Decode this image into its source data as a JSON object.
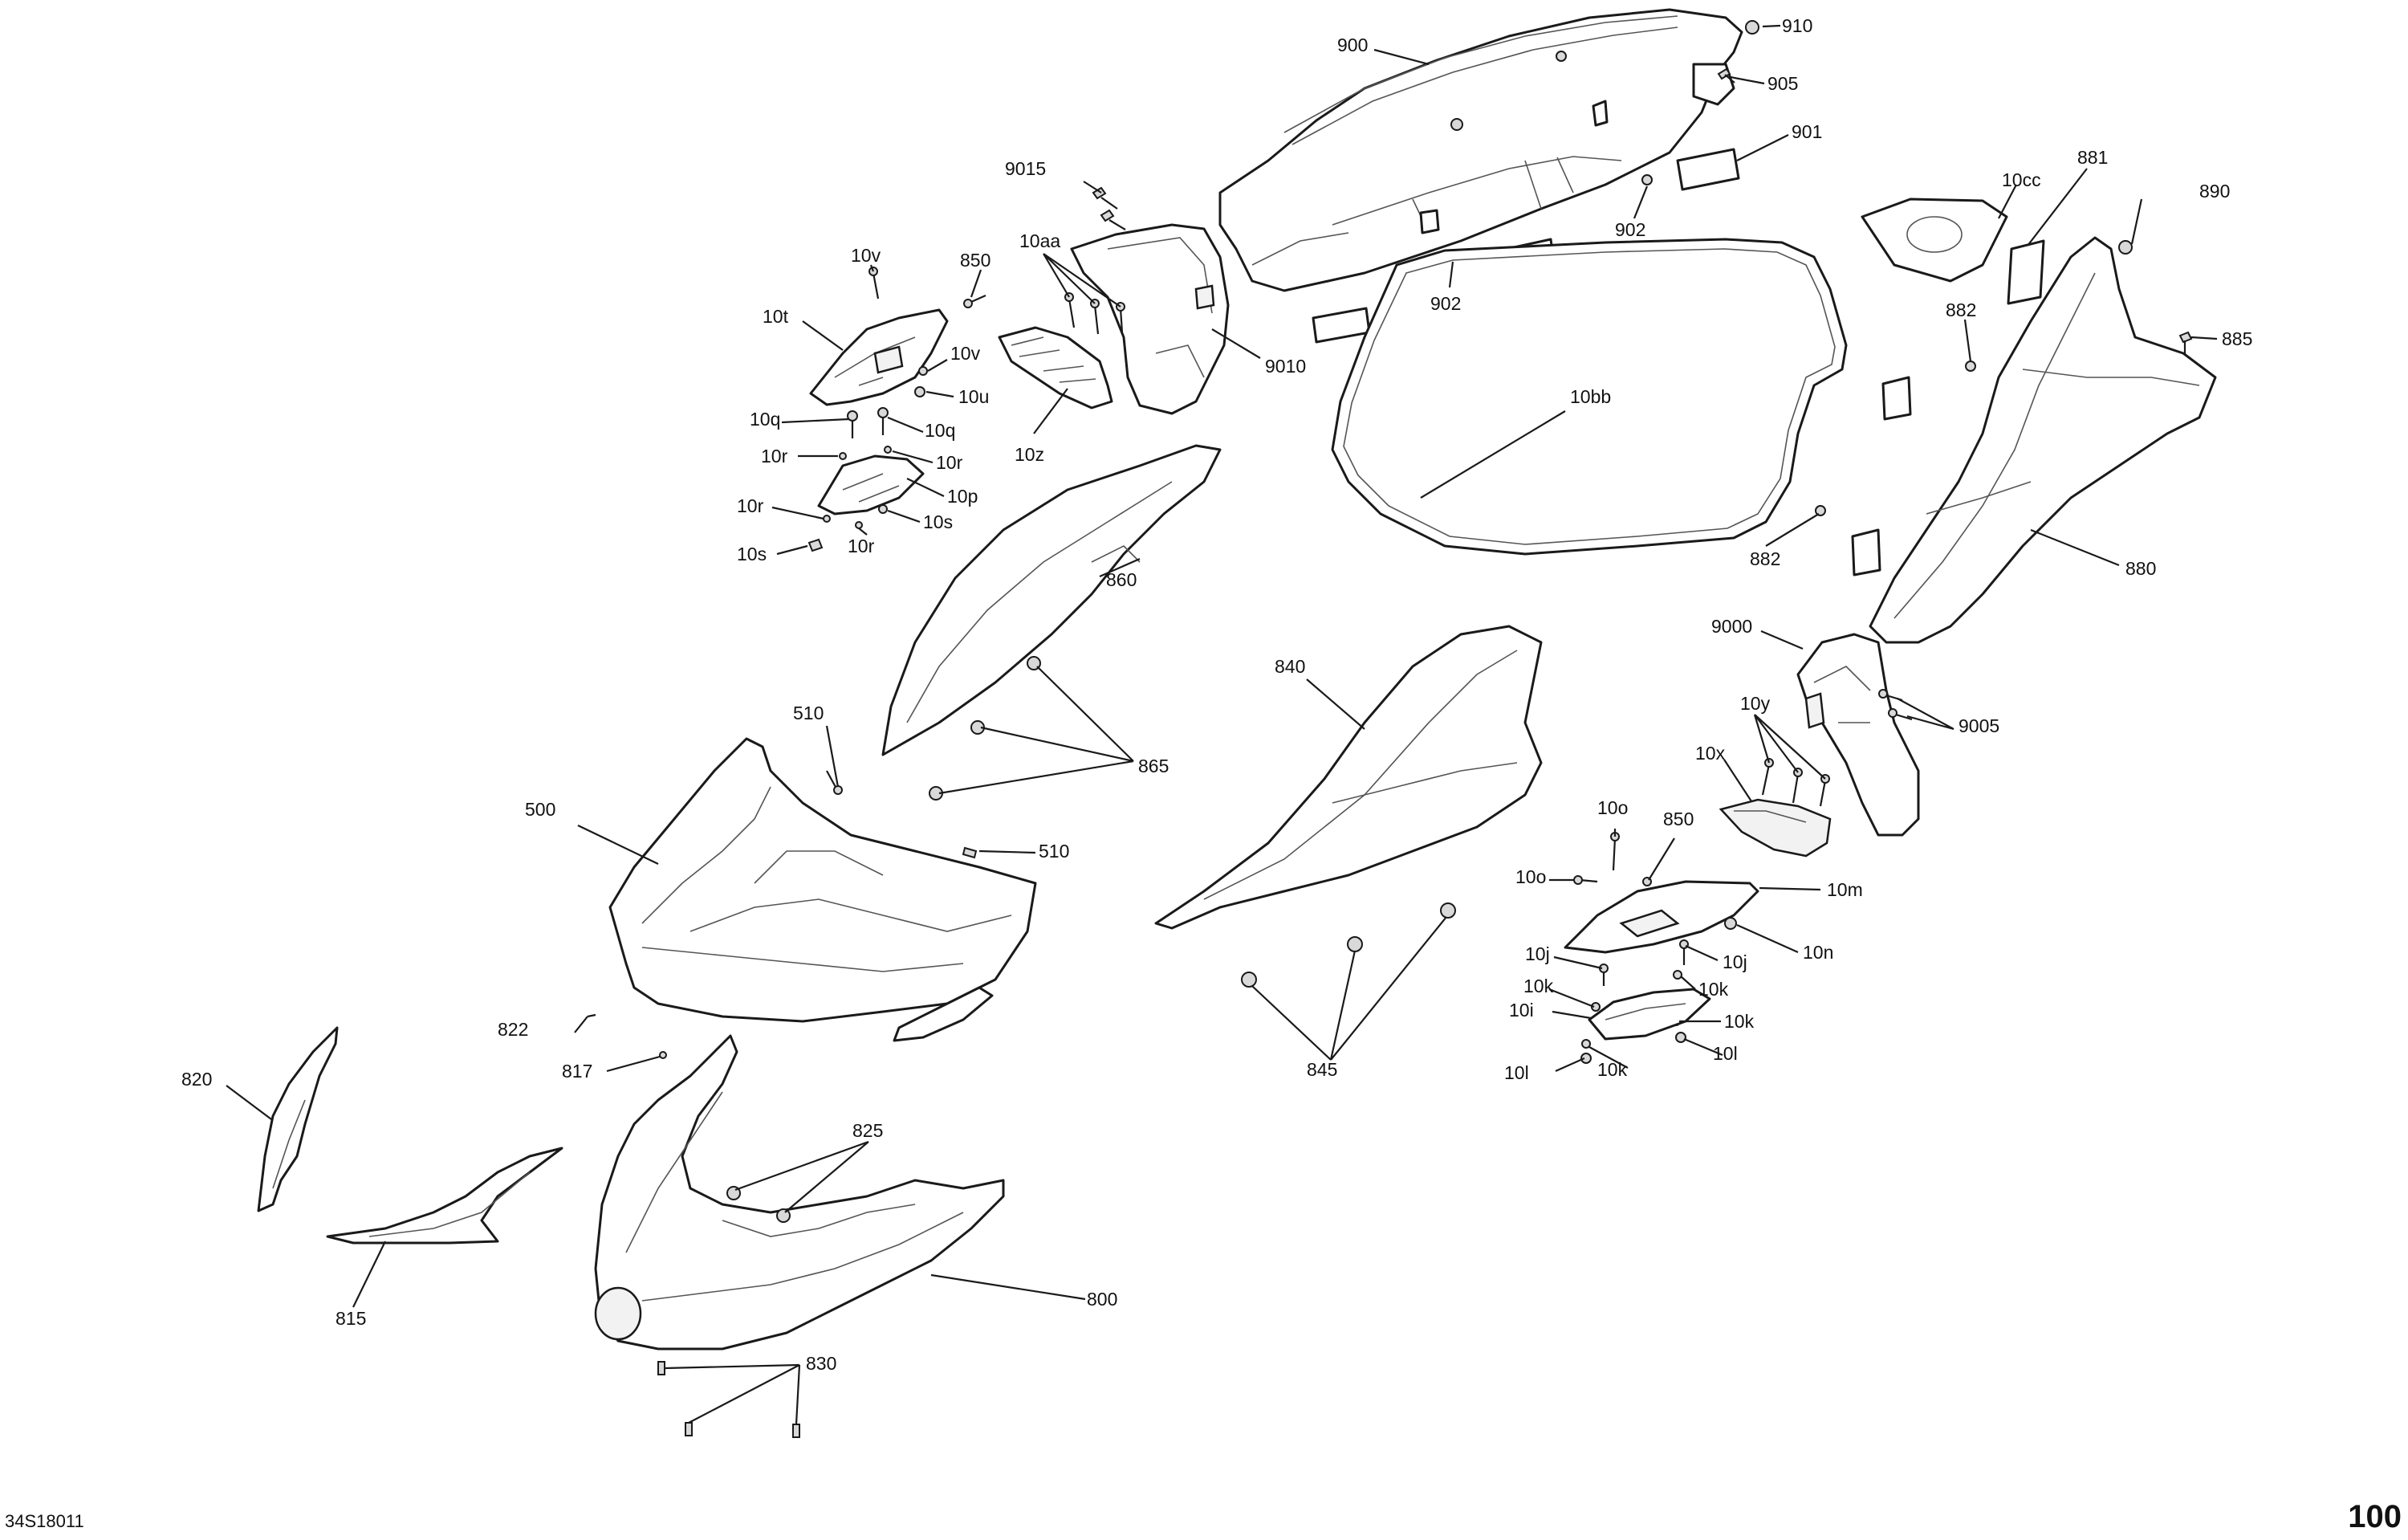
{
  "drawing_id": "34S18011",
  "page_number": "100",
  "callouts": {
    "c900": "900",
    "c910": "910",
    "c905": "905",
    "c901": "901",
    "c902a": "902",
    "c902b": "902",
    "c9015": "9015",
    "c10aa": "10aa",
    "c9010": "9010",
    "c10v1": "10v",
    "c850a": "850",
    "c10t": "10t",
    "c10v2": "10v",
    "c10u": "10u",
    "c10q1": "10q",
    "c10q2": "10q",
    "c10r1": "10r",
    "c10r2": "10r",
    "c10p": "10p",
    "c10r3": "10r",
    "c10s1": "10s",
    "c10s2": "10s",
    "c10r4": "10r",
    "c10z": "10z",
    "c10bb": "10bb",
    "c10cc": "10cc",
    "c881": "881",
    "c890": "890",
    "c882a": "882",
    "c885": "885",
    "c882b": "882",
    "c880": "880",
    "c860": "860",
    "c865": "865",
    "c840": "840",
    "c9000": "9000",
    "c9005": "9005",
    "c10y": "10y",
    "c10x": "10x",
    "c510a": "510",
    "c510b": "510",
    "c500": "500",
    "c10o1": "10o",
    "c850b": "850",
    "c10o2": "10o",
    "c10m": "10m",
    "c10n": "10n",
    "c10j1": "10j",
    "c10j2": "10j",
    "c10k1": "10k",
    "c10k2": "10k",
    "c10i": "10i",
    "c10k3": "10k",
    "c10l1": "10l",
    "c10k4": "10k",
    "c10l2": "10l",
    "c822": "822",
    "c817": "817",
    "c820": "820",
    "c825": "825",
    "c845": "845",
    "c815": "815",
    "c800": "800",
    "c830": "830"
  }
}
